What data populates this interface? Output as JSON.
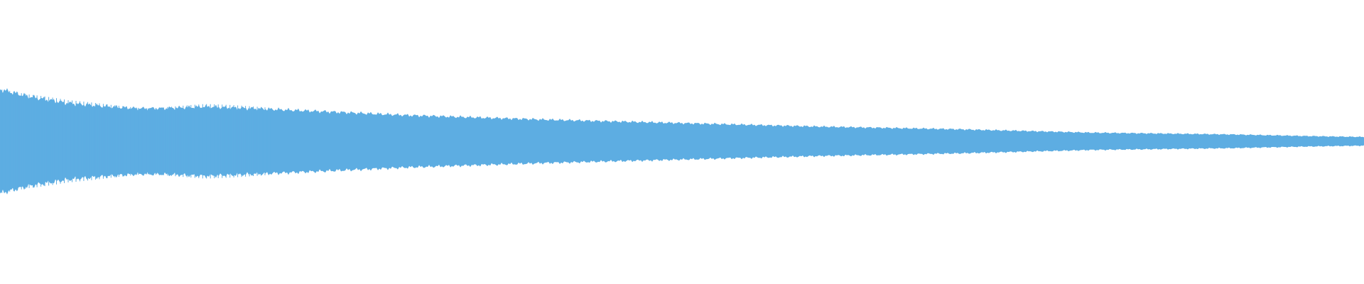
{
  "colors": {
    "background": "#ffffff",
    "waveform": "#5DADE2"
  },
  "chart_data": {
    "type": "area",
    "title": "",
    "xlabel": "",
    "ylabel": "",
    "grid": false,
    "legend": "none",
    "ylim": [
      -1,
      1
    ],
    "x": [
      0,
      0.02,
      0.05,
      0.08,
      0.1,
      0.12,
      0.15,
      0.2,
      0.3,
      0.4,
      0.5,
      0.6,
      0.7,
      0.8,
      0.9,
      0.96,
      1.0
    ],
    "series": [
      {
        "values": [
          0.6,
          0.52,
          0.44,
          0.4,
          0.38,
          0.38,
          0.4,
          0.37,
          0.3,
          0.25,
          0.21,
          0.17,
          0.14,
          0.1,
          0.08,
          0.06,
          0.05
        ]
      }
    ]
  }
}
